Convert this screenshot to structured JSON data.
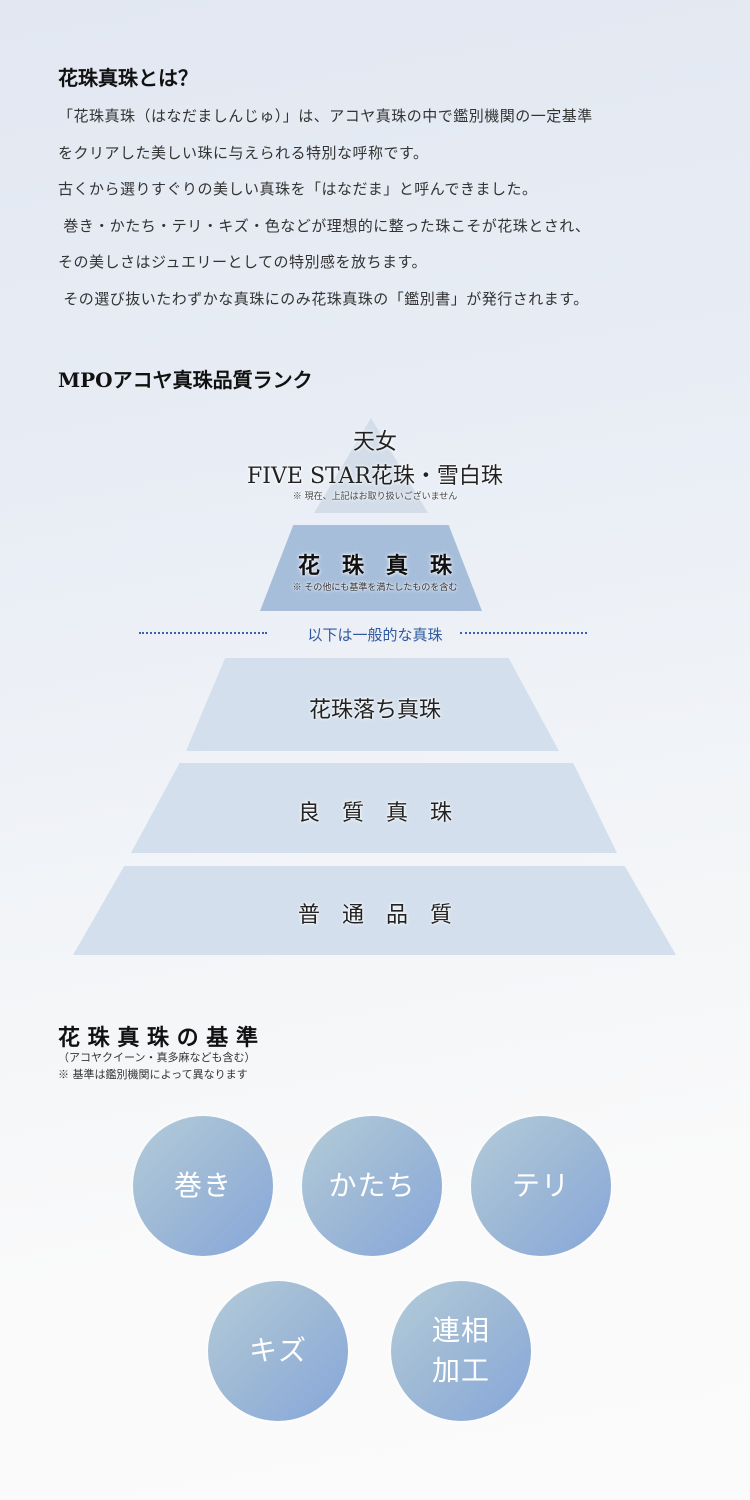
{
  "intro": {
    "title": "花珠真珠とは？",
    "paragraphs": [
      "「花珠真珠（はなだましんじゅ）」は、アコヤ真珠の中で鑑別機関の一定基準",
      "をクリアした美しい珠に与えられる特別な呼称です。",
      "古くから選りすぐりの美しい真珠を「はなだま」と呼んできました。",
      " 巻き・かたち・テリ・キズ・色などが理想的に整った珠こそが花珠とされ、",
      "その美しさはジュエリーとしての特別感を放ちます。",
      " その選び抜いたわずかな真珠にのみ花珠真珠の「鑑別書」が発行されます。"
    ]
  },
  "rank": {
    "title": "MPOアコヤ真珠品質ランク",
    "tier1": {
      "line1": "天女",
      "line2": "FIVE STAR花珠・雪白珠",
      "note": "※ 現在、上記はお取り扱いございません"
    },
    "tier2": {
      "label": "花　珠　真　珠",
      "note": "※ その他にも基準を満たしたものを含む"
    },
    "divider": "以下は一般的な真珠",
    "tier3": "花珠落ち真珠",
    "tier4": "良　質　真　珠",
    "tier5": "普　通　品　質"
  },
  "criteria": {
    "title": "花 珠 真 珠 の 基 準",
    "sub": "（アコヤクイーン・真多麻なども含む）",
    "note": "※ 基準は鑑別機関によって異なります",
    "items": [
      "巻き",
      "かたち",
      "テリ",
      "キズ",
      "連相\n加工"
    ]
  }
}
